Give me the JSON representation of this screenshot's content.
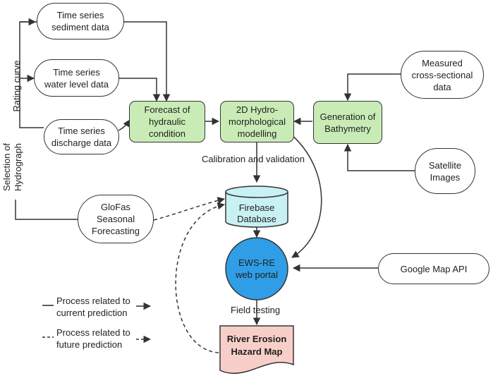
{
  "nodes": {
    "sediment": "Time series\nsediment data",
    "water_level": "Time series\nwater level data",
    "discharge": "Time series\ndischarge data",
    "forecast": "Forecast of\nhydraulic\ncondition",
    "modelling": "2D Hydro-\nmorphological\nmodelling",
    "bathymetry": "Generation of\nBathymetry",
    "measured": "Measured\ncross-sectional\ndata",
    "satellite": "Satellite\nImages",
    "glofas": "GloFas\nSeasonal\nForecasting",
    "firebase": "Firebase\nDatabase",
    "ews": "EWS-RE\nweb portal",
    "google_map": "Google Map API",
    "hazard_map": "River Erosion\nHazard Map"
  },
  "edge_labels": {
    "rating_curve": "Rating curve",
    "selection": "Selection of\nHydrograph",
    "calibration": "Calibration and validation",
    "field_testing": "Field testing"
  },
  "legend": {
    "current": "Process related to\ncurrent prediction",
    "future": "Process related to\nfuture prediction"
  },
  "colors": {
    "green": "#c9ecb6",
    "firebase": "#c8f1f4",
    "ews": "#2f9ee6",
    "hazard": "#f8cfc8",
    "line": "#333333"
  }
}
